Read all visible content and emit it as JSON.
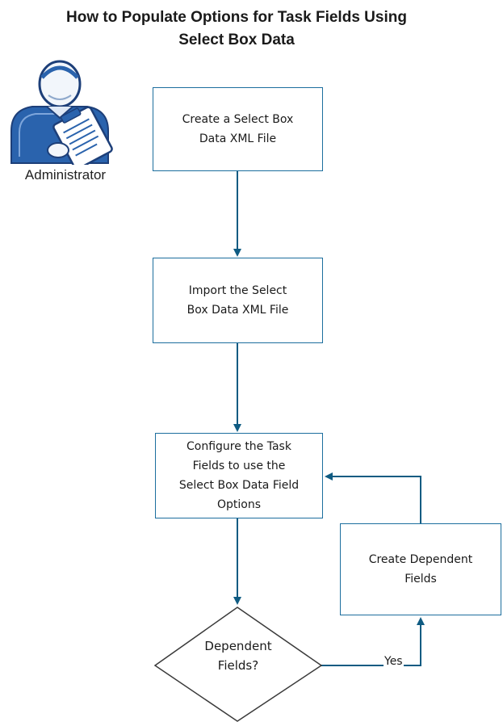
{
  "title": {
    "line1": "How to Populate Options for Task Fields Using",
    "line2": "Select Box Data"
  },
  "role": {
    "label": "Administrator",
    "icon": "administrator-clipboard-icon"
  },
  "steps": {
    "create_xml": {
      "line1": "Create a Select Box",
      "line2": "Data XML File"
    },
    "import_xml": {
      "line1": "Import the Select",
      "line2": "Box Data XML File"
    },
    "configure": {
      "line1": "Configure the Task",
      "line2": "Fields to use the",
      "line3": "Select Box Data Field",
      "line4": "Options"
    },
    "create_dependent": {
      "line1": "Create Dependent",
      "line2": "Fields"
    }
  },
  "decision": {
    "line1": "Dependent",
    "line2": "Fields?",
    "yes_label": "Yes"
  },
  "colors": {
    "connector": "#0f5b82",
    "box_border": "#1c6e9e",
    "icon_blue": "#2a63ad",
    "icon_dark": "#1d3f79"
  }
}
